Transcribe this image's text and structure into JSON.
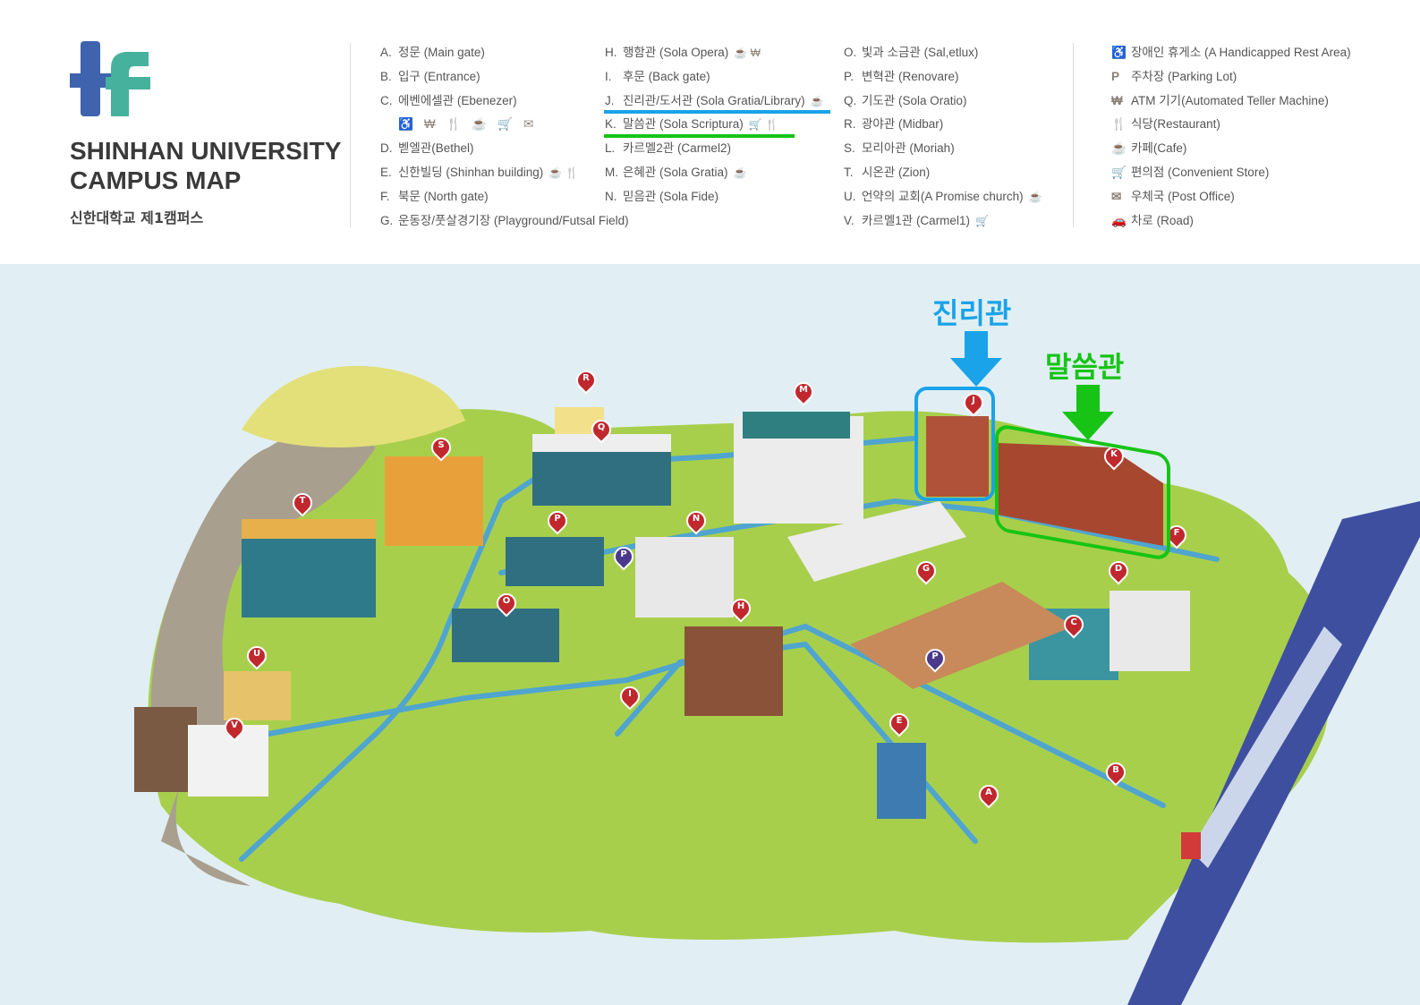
{
  "header": {
    "title": "SHINHAN UNIVERSITY CAMPUS MAP",
    "subtitle": "신한대학교 제1캠퍼스"
  },
  "legend_buildings": [
    {
      "key": "A.",
      "label": "정문 (Main gate)",
      "icons": ""
    },
    {
      "key": "B.",
      "label": "입구 (Entrance)",
      "icons": ""
    },
    {
      "key": "C.",
      "label": "에벤에셀관 (Ebenezer)",
      "icons": ""
    },
    {
      "key": "",
      "label": "",
      "icons": "♿ ₩ 🍴 ☕ 🛒 ✉"
    },
    {
      "key": "D.",
      "label": "벧엘관(Bethel)",
      "icons": ""
    },
    {
      "key": "E.",
      "label": "신한빌딩 (Shinhan building)",
      "icons": "☕ 🍴"
    },
    {
      "key": "F.",
      "label": "북문 (North gate)",
      "icons": ""
    },
    {
      "key": "G.",
      "label": "운동장/풋살경기장 (Playground/Futsal Field)",
      "icons": ""
    },
    {
      "key": "H.",
      "label": "행함관 (Sola Opera)",
      "icons": "☕ ₩"
    },
    {
      "key": "I.",
      "label": "후문 (Back gate)",
      "icons": ""
    },
    {
      "key": "J.",
      "label": "진리관/도서관 (Sola Gratia/Library)",
      "icons": "☕"
    },
    {
      "key": "K.",
      "label": "말씀관 (Sola Scriptura)",
      "icons": "🛒 🍴"
    },
    {
      "key": "L.",
      "label": "카르멜2관 (Carmel2)",
      "icons": ""
    },
    {
      "key": "M.",
      "label": "은혜관 (Sola Gratia)",
      "icons": "☕"
    },
    {
      "key": "N.",
      "label": "믿음관  (Sola Fide)",
      "icons": ""
    },
    {
      "key": "O.",
      "label": "빛과 소금관 (Sal,etlux)",
      "icons": ""
    },
    {
      "key": "P.",
      "label": "변혁관 (Renovare)",
      "icons": ""
    },
    {
      "key": "Q.",
      "label": "기도관 (Sola Oratio)",
      "icons": ""
    },
    {
      "key": "R.",
      "label": "광야관 (Midbar)",
      "icons": ""
    },
    {
      "key": "S.",
      "label": "모리아관 (Moriah)",
      "icons": ""
    },
    {
      "key": "T.",
      "label": "시온관 (Zion)",
      "icons": ""
    },
    {
      "key": "U.",
      "label": "언약의 교회(A Promise church)",
      "icons": "☕"
    },
    {
      "key": "V.",
      "label": "카르멜1관 (Carmel1)",
      "icons": "🛒"
    }
  ],
  "legend_symbols": [
    {
      "icon": "♿",
      "label": "장애인 휴게소 (A Handicapped Rest Area)"
    },
    {
      "icon": "P",
      "label": "주차장 (Parking Lot)"
    },
    {
      "icon": "₩",
      "label": "ATM 기기(Automated Teller Machine)"
    },
    {
      "icon": "🍴",
      "label": "식당(Restaurant)"
    },
    {
      "icon": "☕",
      "label": "카페(Cafe)"
    },
    {
      "icon": "🛒",
      "label": "편의점 (Convenient Store)"
    },
    {
      "icon": "✉",
      "label": "우체국 (Post Office)"
    },
    {
      "icon": "🚗",
      "label": "차로 (Road)"
    }
  ],
  "annotations": {
    "jinri": "진리관",
    "malsseum": "말씀관",
    "jinri_color": "#1aa3e8",
    "malsseum_color": "#17c416"
  },
  "markers": [
    "R",
    "Q",
    "M",
    "J",
    "K",
    "S",
    "T",
    "P",
    "N",
    "P",
    "O",
    "H",
    "G",
    "D",
    "F",
    "C",
    "P",
    "I",
    "E",
    "A",
    "B",
    "U",
    "V"
  ]
}
